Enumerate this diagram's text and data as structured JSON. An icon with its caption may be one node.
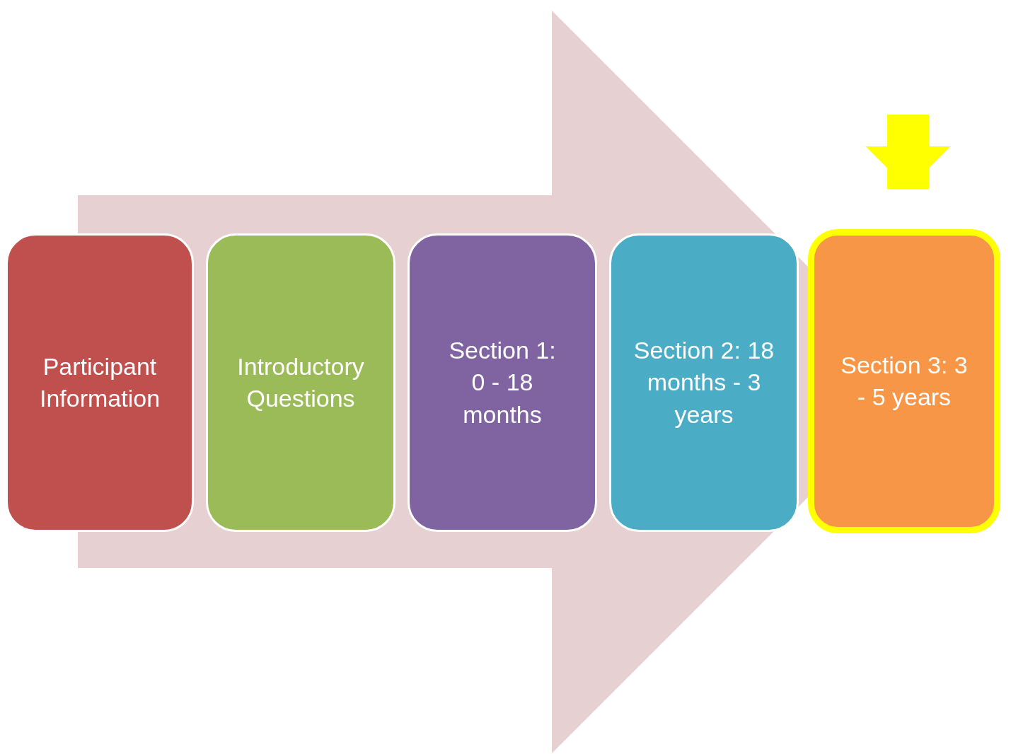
{
  "diagram": {
    "nodes": [
      {
        "text": [
          "Participant Information"
        ]
      },
      {
        "text": [
          "Introductory Questions"
        ]
      },
      {
        "text": [
          "Section 1: 0 - 18 months"
        ]
      },
      {
        "text": [
          "Section 2: 18 months - 3 years"
        ]
      },
      {
        "text": [
          "Section 3: 3 - 5 years"
        ]
      }
    ],
    "edges": [
      {
        "from": null,
        "to": 4,
        "arrow": "to",
        "color": "#ffff00"
      },
      {
        "from": 0,
        "to": 4,
        "arrow": "to",
        "style": "thick",
        "color": "#e6d0d1"
      }
    ]
  }
}
